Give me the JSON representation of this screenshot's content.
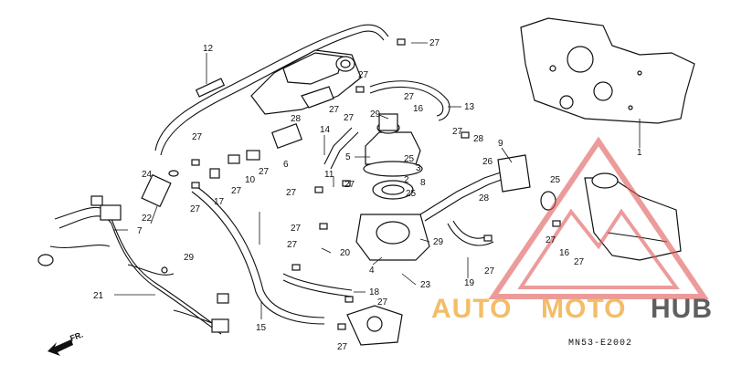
{
  "diagram": {
    "code": "MN53-E2002",
    "front_marker": "FR.",
    "labels": [
      {
        "id": "l12",
        "text": "12"
      },
      {
        "id": "l27a",
        "text": "27"
      },
      {
        "id": "l27b",
        "text": "27"
      },
      {
        "id": "l27c",
        "text": "27"
      },
      {
        "id": "l16a",
        "text": "16"
      },
      {
        "id": "l13",
        "text": "13"
      },
      {
        "id": "l29a",
        "text": "29"
      },
      {
        "id": "l28a",
        "text": "28"
      },
      {
        "id": "l14",
        "text": "14"
      },
      {
        "id": "l5",
        "text": "5"
      },
      {
        "id": "l25a",
        "text": "25"
      },
      {
        "id": "l3",
        "text": "3"
      },
      {
        "id": "l27d",
        "text": "27"
      },
      {
        "id": "l28b",
        "text": "28"
      },
      {
        "id": "l9",
        "text": "9"
      },
      {
        "id": "l26",
        "text": "26"
      },
      {
        "id": "l28c",
        "text": "28"
      },
      {
        "id": "l1",
        "text": "1"
      },
      {
        "id": "l27e",
        "text": "27"
      },
      {
        "id": "l6",
        "text": "6"
      },
      {
        "id": "l27f",
        "text": "27"
      },
      {
        "id": "l10",
        "text": "10"
      },
      {
        "id": "l27g",
        "text": "27"
      },
      {
        "id": "l24",
        "text": "24"
      },
      {
        "id": "l17",
        "text": "17"
      },
      {
        "id": "l27h",
        "text": "27"
      },
      {
        "id": "l22",
        "text": "22"
      },
      {
        "id": "l27i",
        "text": "27"
      },
      {
        "id": "l11",
        "text": "11"
      },
      {
        "id": "l27j",
        "text": "27"
      },
      {
        "id": "l2",
        "text": "2"
      },
      {
        "id": "l8",
        "text": "8"
      },
      {
        "id": "l25b",
        "text": "25"
      },
      {
        "id": "l25c",
        "text": "25"
      },
      {
        "id": "l7",
        "text": "7"
      },
      {
        "id": "l27k",
        "text": "27"
      },
      {
        "id": "l29b",
        "text": "29"
      },
      {
        "id": "l27l",
        "text": "27"
      },
      {
        "id": "l20",
        "text": "20"
      },
      {
        "id": "l4",
        "text": "4"
      },
      {
        "id": "l29c",
        "text": "29"
      },
      {
        "id": "l27m",
        "text": "27"
      },
      {
        "id": "l16b",
        "text": "16"
      },
      {
        "id": "l27n",
        "text": "27"
      },
      {
        "id": "l19",
        "text": "19"
      },
      {
        "id": "l27o",
        "text": "27"
      },
      {
        "id": "l21",
        "text": "21"
      },
      {
        "id": "l23",
        "text": "23"
      },
      {
        "id": "l18",
        "text": "18"
      },
      {
        "id": "l27p",
        "text": "27"
      },
      {
        "id": "l15",
        "text": "15"
      },
      {
        "id": "l27q",
        "text": "27"
      },
      {
        "id": "l27r",
        "text": "27"
      },
      {
        "id": "l27s",
        "text": "27"
      }
    ]
  },
  "watermark": {
    "auto": "AUTO",
    "moto": "MOTO",
    "hub": "HUB",
    "accent_color": "#f2b24e",
    "logo_color": "#e05a5a",
    "dark_color": "#444444"
  }
}
